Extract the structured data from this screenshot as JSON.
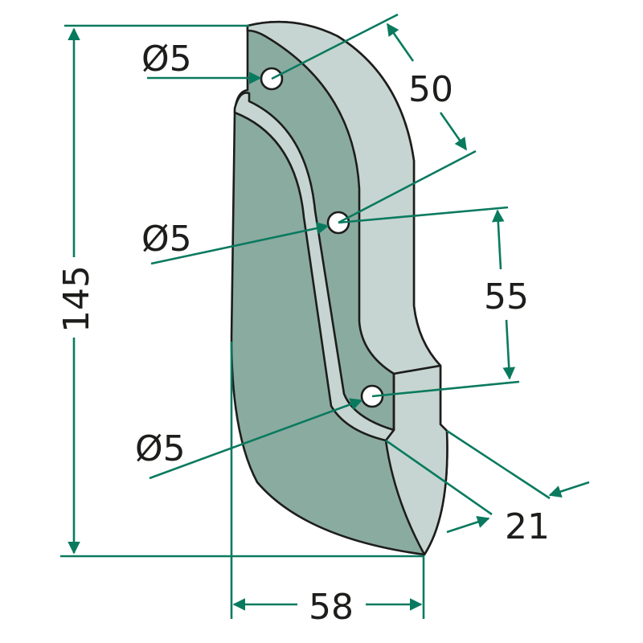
{
  "drawing": {
    "height_label": "145",
    "width_label": "58",
    "hole_top_label": "Ø5",
    "hole_mid_label": "Ø5",
    "hole_bottom_label": "Ø5",
    "hole_spacing_upper_label": "50",
    "hole_spacing_lower_label": "55",
    "thickness_label": "21"
  },
  "colors": {
    "dimension": "#0a7a5f",
    "face_dark": "#8aaba0",
    "face_light": "#c6d5d1",
    "outline": "#1d1d1b"
  }
}
